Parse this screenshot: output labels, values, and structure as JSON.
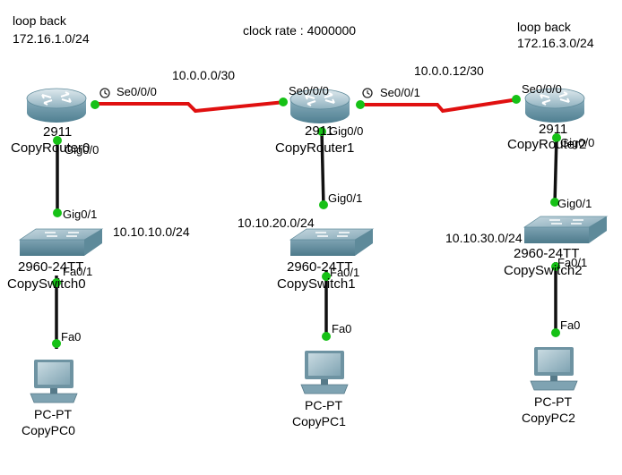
{
  "notes": {
    "loopback_left_title": "loop back",
    "loopback_left_net": "172.16.1.0/24",
    "loopback_right_title": "loop back",
    "loopback_right_net": "172.16.3.0/24",
    "clock_rate": "clock rate : 4000000"
  },
  "links": {
    "wan_left_net": "10.0.0.0/30",
    "wan_right_net": "10.0.0.12/30",
    "lan0_net": "10.10.10.0/24",
    "lan1_net": "10.10.20.0/24",
    "lan2_net": "10.10.30.0/24"
  },
  "colors": {
    "serial_link": "#e01010",
    "ethernet_link": "#111111",
    "port_up": "#16c116"
  },
  "routers": [
    {
      "model": "2911",
      "name": "CopyRouter0",
      "serial_port": "Se0/0/0",
      "gig_port": "Gig0/0"
    },
    {
      "model": "2911",
      "name": "CopyRouter1",
      "serial_port_left": "Se0/0/0",
      "serial_port_right": "Se0/0/1",
      "gig_port": "Gig0/0"
    },
    {
      "model": "2911",
      "name": "CopyRouter2",
      "serial_port": "Se0/0/0",
      "gig_port": "Gig0/0"
    }
  ],
  "switches": [
    {
      "model": "2960-24TT",
      "name": "CopySwitch0",
      "uplink_port": "Gig0/1",
      "access_port": "Fa0/1"
    },
    {
      "model": "2960-24TT",
      "name": "CopySwitch1",
      "uplink_port": "Gig0/1",
      "access_port": "Fa0/1"
    },
    {
      "model": "2960-24TT",
      "name": "CopySwitch2",
      "uplink_port": "Gig0/1",
      "access_port": "Fa0/1"
    }
  ],
  "pcs": [
    {
      "model": "PC-PT",
      "name": "CopyPC0",
      "port": "Fa0"
    },
    {
      "model": "PC-PT",
      "name": "CopyPC1",
      "port": "Fa0"
    },
    {
      "model": "PC-PT",
      "name": "CopyPC2",
      "port": "Fa0"
    }
  ]
}
